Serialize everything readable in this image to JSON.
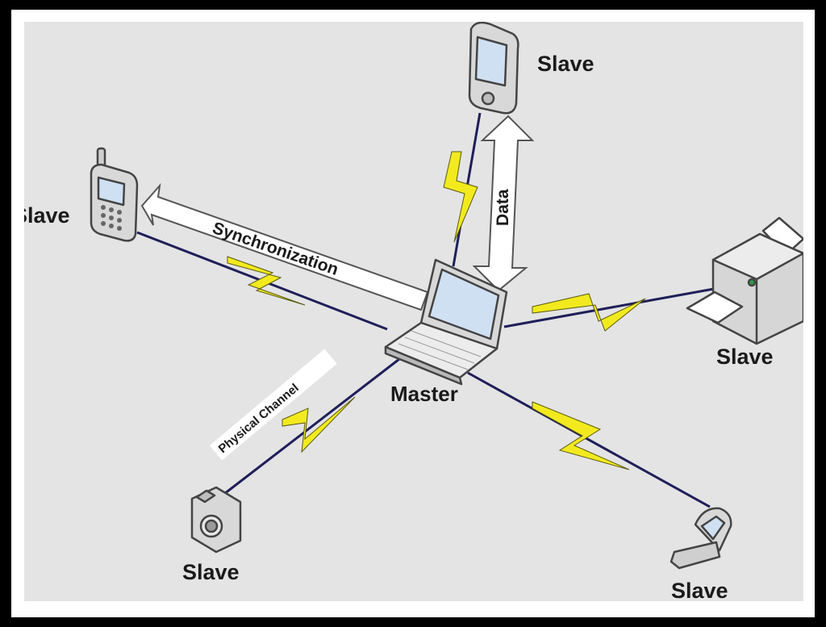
{
  "labels": {
    "master": "Master",
    "slave": "Slave",
    "synchronization": "Synchronization",
    "data": "Data",
    "physical_channel": "Physical Channel"
  },
  "colors": {
    "background": "#e4e4e4",
    "frame": "#ffffff",
    "border": "#000000",
    "lightning": "#f2ea1f",
    "link": "#1f1f5a",
    "device_body": "#d8d8d8",
    "device_outline": "#444444",
    "screen": "#cfe0f3"
  },
  "devices": [
    {
      "name": "master",
      "icon": "laptop-icon"
    },
    {
      "name": "slave-pda",
      "icon": "pda-icon"
    },
    {
      "name": "slave-cellphone",
      "icon": "cellphone-icon"
    },
    {
      "name": "slave-printer",
      "icon": "printer-icon"
    },
    {
      "name": "slave-camera",
      "icon": "camera-icon"
    },
    {
      "name": "slave-flip-phone",
      "icon": "flip-phone-icon"
    }
  ]
}
